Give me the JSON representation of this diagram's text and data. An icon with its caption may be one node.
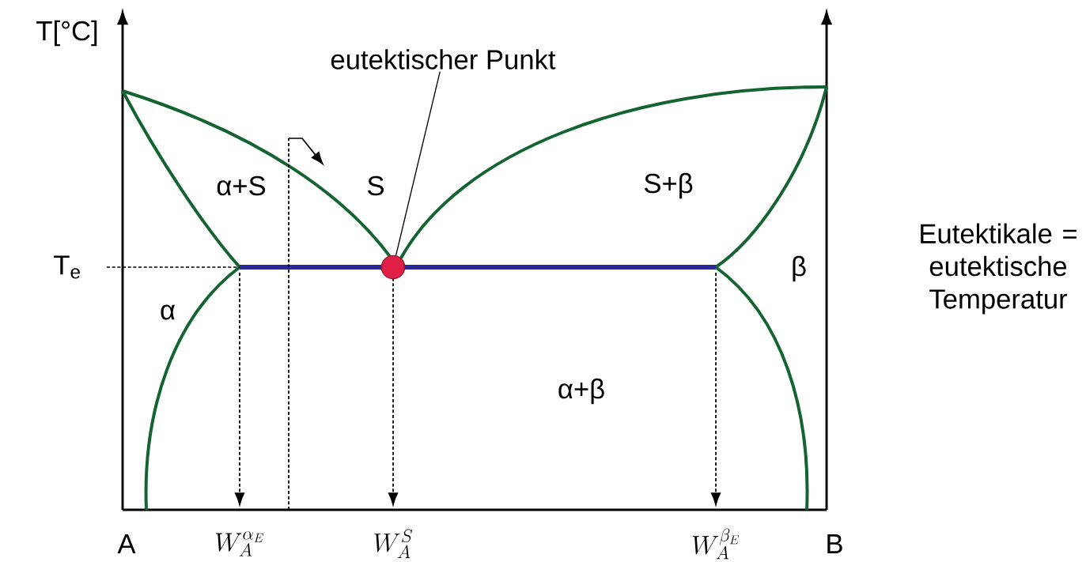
{
  "diagram": {
    "nodes": [
      {
        "text": [
          "eutektischer Punkt"
        ]
      },
      {
        "text": [],
        "shape": "circle"
      }
    ],
    "edges": [
      {
        "from": 0,
        "to": 1,
        "arrow": "none"
      }
    ],
    "labels": [
      "T[°C]",
      "α+S",
      "S",
      "S+β",
      "Eutektikale = eutektische Temperatur",
      "T$_{e}$",
      "β",
      "α",
      "α+β",
      "A",
      "W_A^{\\alpha_E}",
      "W_A^{S}",
      "W_A^{\\beta_E}",
      "B"
    ]
  }
}
